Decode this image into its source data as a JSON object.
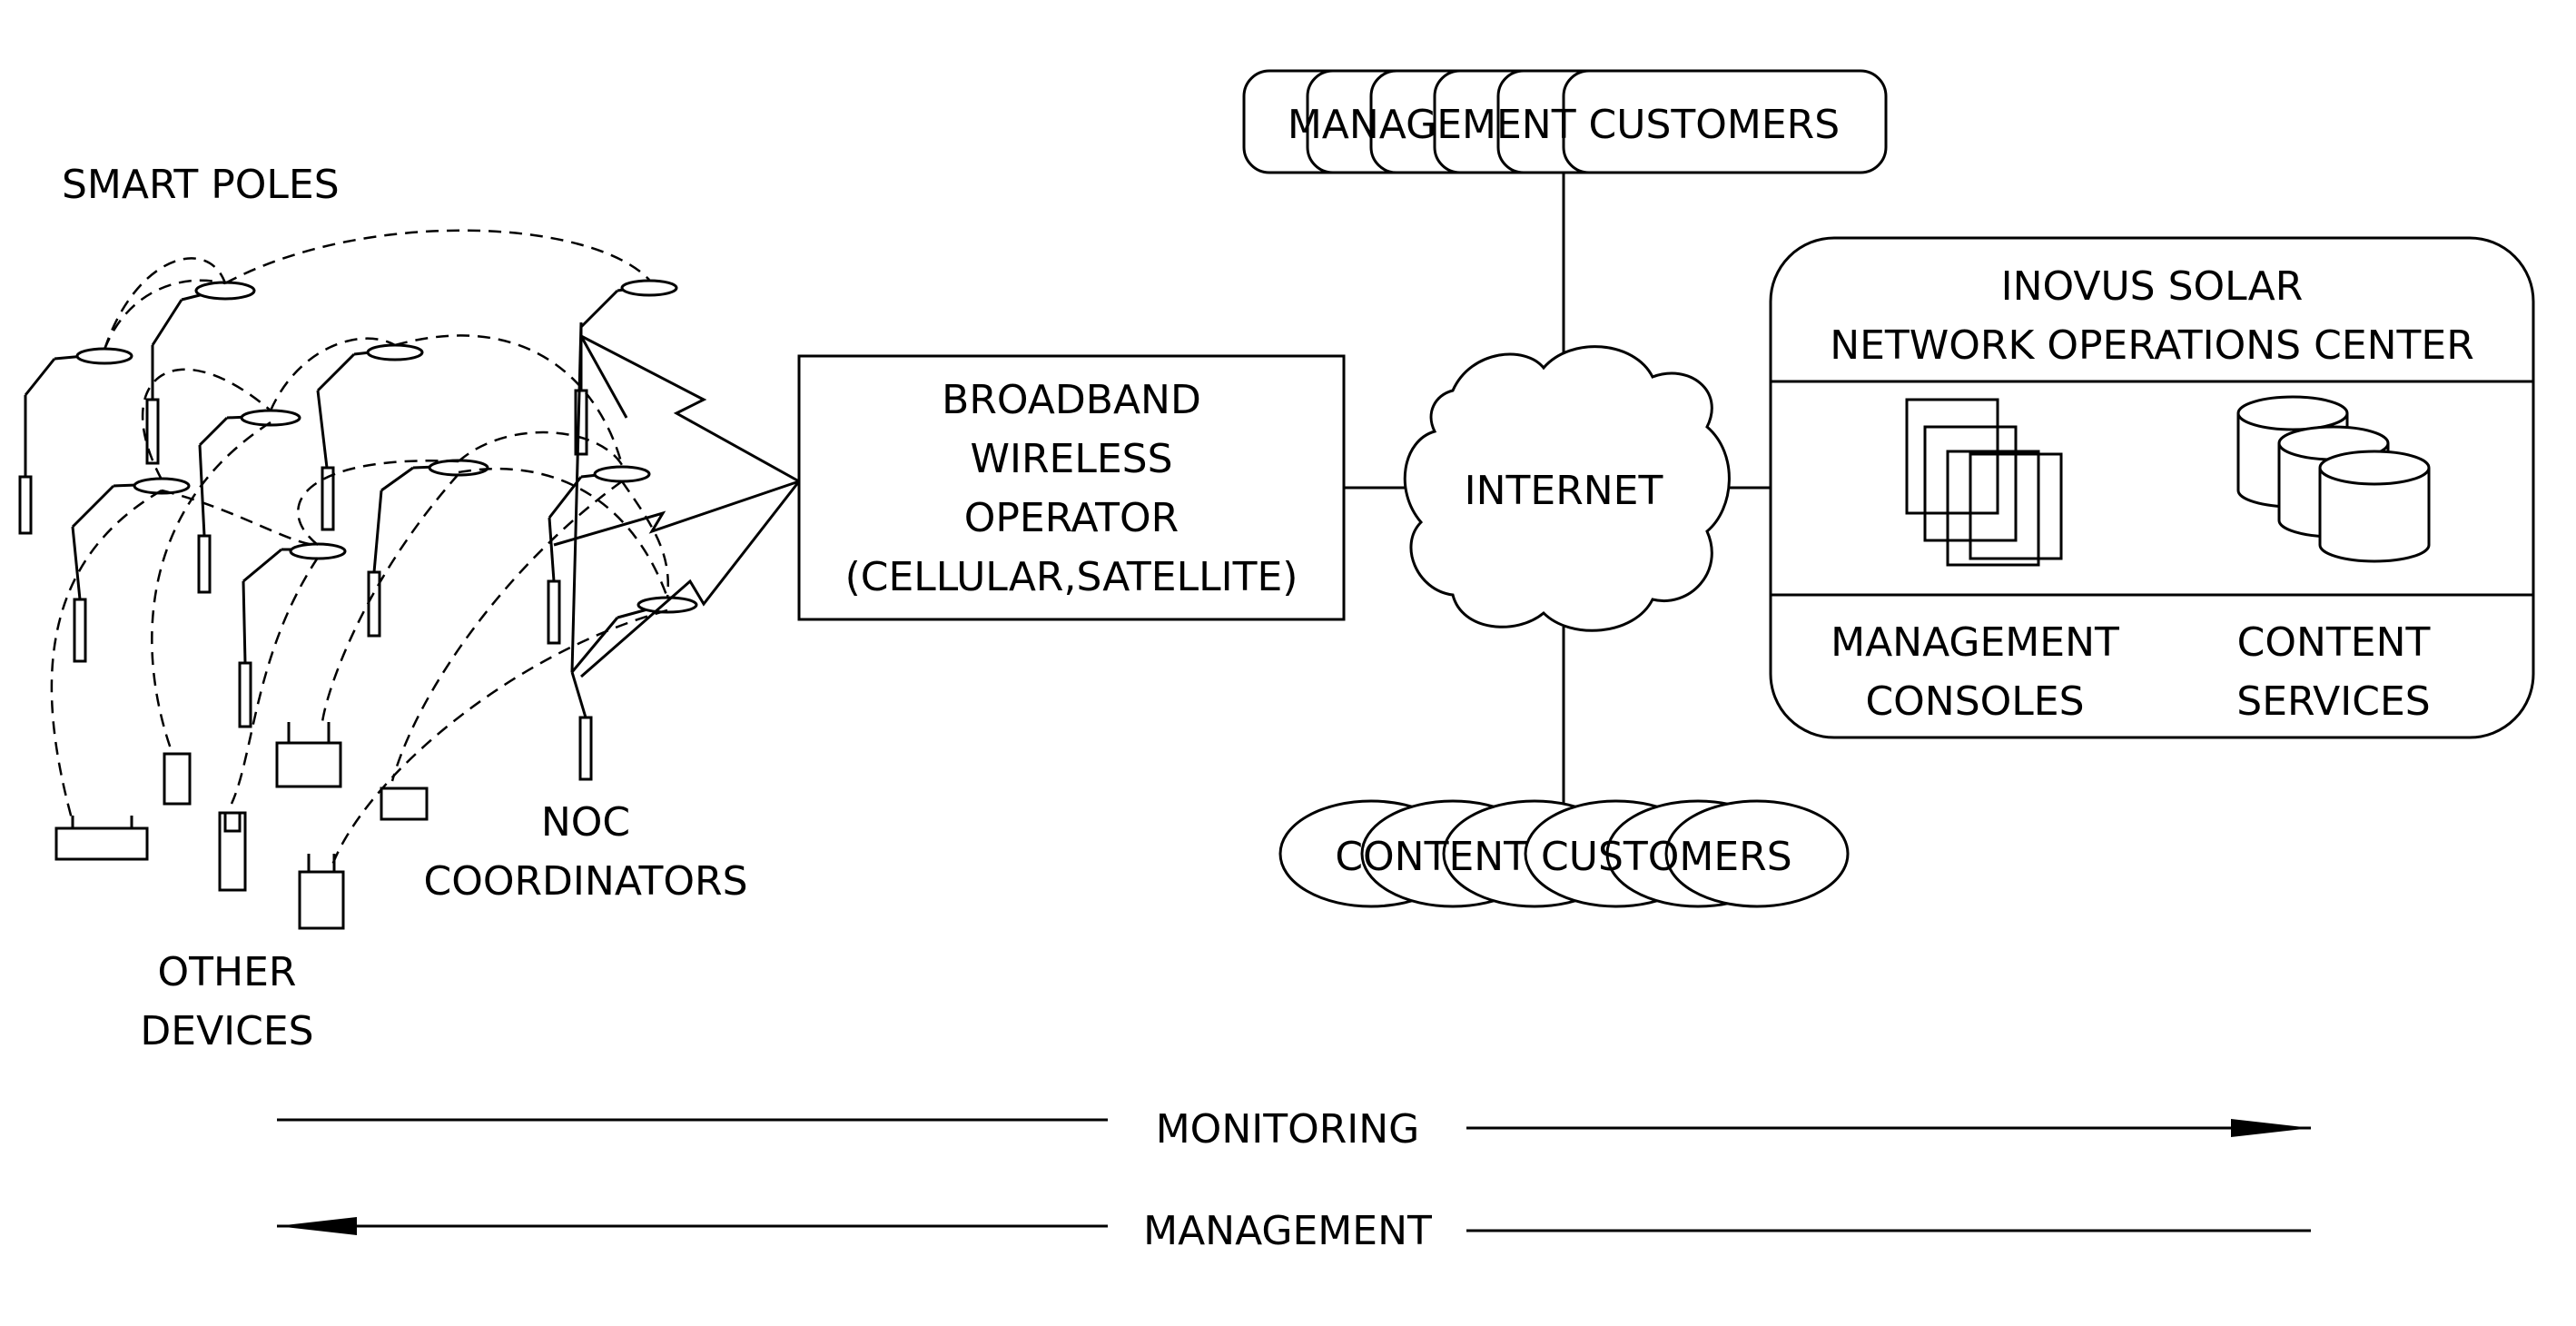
{
  "labels": {
    "smart_poles": "SMART POLES",
    "noc_coordinators_1": "NOC",
    "noc_coordinators_2": "COORDINATORS",
    "other_devices_1": "OTHER",
    "other_devices_2": "DEVICES",
    "broadband_1": "BROADBAND",
    "broadband_2": "WIRELESS",
    "broadband_3": "OPERATOR",
    "broadband_4": "(CELLULAR,SATELLITE)",
    "internet": "INTERNET",
    "management_customers": "MANAGEMENT CUSTOMERS",
    "content_customers": "CONTENT CUSTOMERS",
    "noc_title_1": "INOVUS SOLAR",
    "noc_title_2": "NETWORK OPERATIONS CENTER",
    "management_consoles_1": "MANAGEMENT",
    "management_consoles_2": "CONSOLES",
    "content_services_1": "CONTENT",
    "content_services_2": "SERVICES",
    "monitoring": "MONITORING",
    "management": "MANAGEMENT"
  }
}
